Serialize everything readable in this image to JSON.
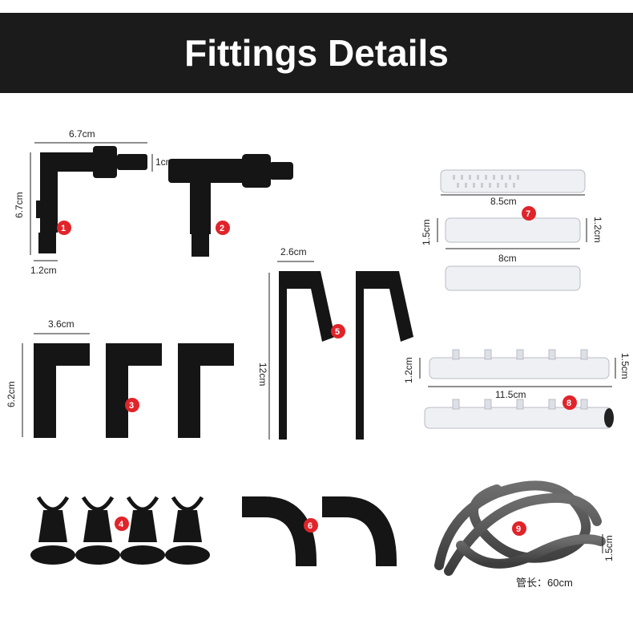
{
  "header": {
    "title": "Fittings Details"
  },
  "dimensions": {
    "elbow_width": "6.7cm",
    "elbow_height": "6.7cm",
    "elbow_top": "1cm",
    "elbow_bottom": "1.2cm",
    "pipe_width": "3.6cm",
    "pipe_height": "6.2cm",
    "hanger_width": "2.6cm",
    "hanger_height": "12cm",
    "tube_perforated_length": "8.5cm",
    "tube_left_dia": "1.5cm",
    "tube_right_dia": "1.2cm",
    "tube_length": "8cm",
    "spray_left_dia": "1.2cm",
    "spray_right_dia": "1.5cm",
    "spray_length": "11.5cm",
    "hose_dia": "1.5cm",
    "hose_length": "管长：60cm"
  },
  "badges": [
    "1",
    "2",
    "3",
    "4",
    "5",
    "6",
    "7",
    "8",
    "9"
  ],
  "colors": {
    "header_bg": "#1b1b1b",
    "badge": "#e0242a",
    "part": "#151515",
    "clear_part": "#eef0f4"
  }
}
